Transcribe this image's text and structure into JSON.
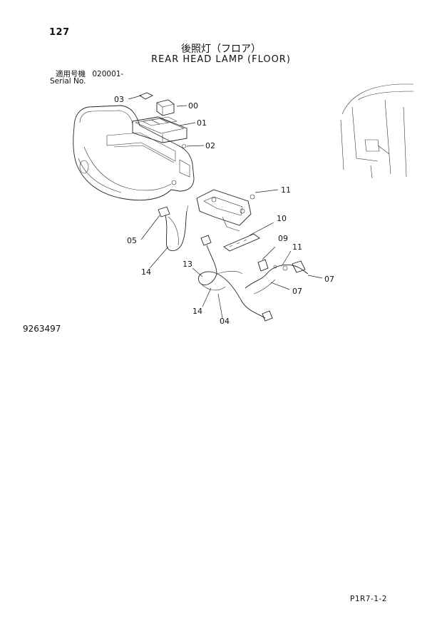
{
  "header": {
    "page_number": "127",
    "title_jp": "後照灯（フロア）",
    "title_en": "REAR HEAD LAMP (FLOOR)",
    "serial_label_jp": "適用号機",
    "serial_value": "020001-",
    "serial_label_en": "Serial No."
  },
  "diagram": {
    "callouts": [
      "03",
      "00",
      "01",
      "02",
      "11",
      "10",
      "09",
      "11",
      "05",
      "14",
      "13",
      "14",
      "04",
      "07",
      "07"
    ]
  },
  "footer": {
    "drawing_number": "9263497",
    "page_code": "P1R7-1-2"
  }
}
